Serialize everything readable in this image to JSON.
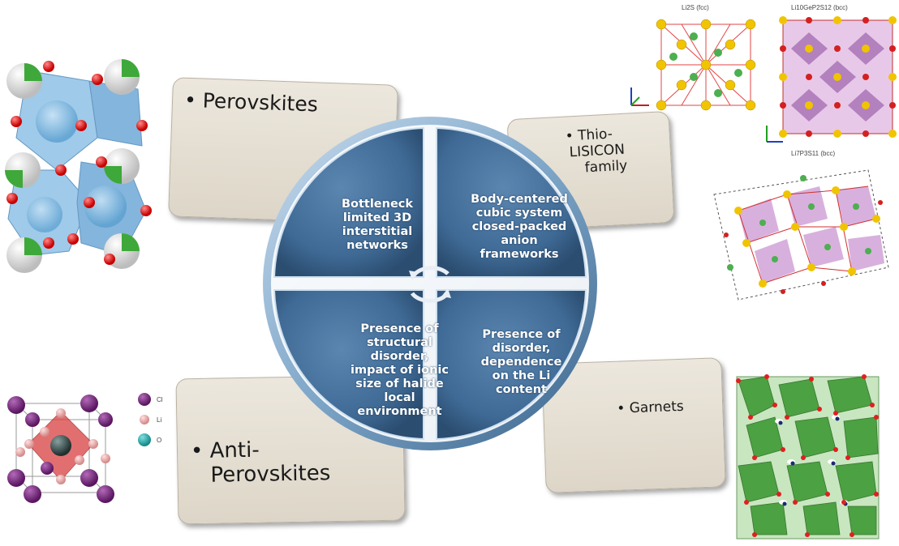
{
  "families": {
    "perovskites": "Perovskites",
    "thio": [
      "Thio-",
      "LISICON",
      "family"
    ],
    "garnets": "Garnets",
    "anti": [
      "Anti-",
      "Perovskites"
    ]
  },
  "bullet": "•",
  "quadrants": {
    "top_left": [
      "Bottleneck",
      "limited 3D",
      "interstitial",
      "networks"
    ],
    "top_right": [
      "Body-centered",
      "cubic system",
      "closed-packed",
      "anion",
      "frameworks"
    ],
    "bottom_left": [
      "Presence of",
      "structural",
      "disorder,",
      "impact of ionic",
      "size of halide",
      "local",
      "environment"
    ],
    "bottom_right": [
      "Presence of",
      "disorder,",
      "dependence",
      "on the Li",
      "content"
    ]
  },
  "structure_labels": {
    "li2s": "Li2S (fcc)",
    "lgps": "Li10GeP2S12 (bcc)",
    "li7p3s11": "Li7P3S11 (bcc)",
    "legend": [
      "Cl",
      "Li",
      "O"
    ]
  },
  "colors": {
    "disk": "#3f6a95",
    "disk_dark": "#2b4d70",
    "card": "#e4ded2"
  }
}
